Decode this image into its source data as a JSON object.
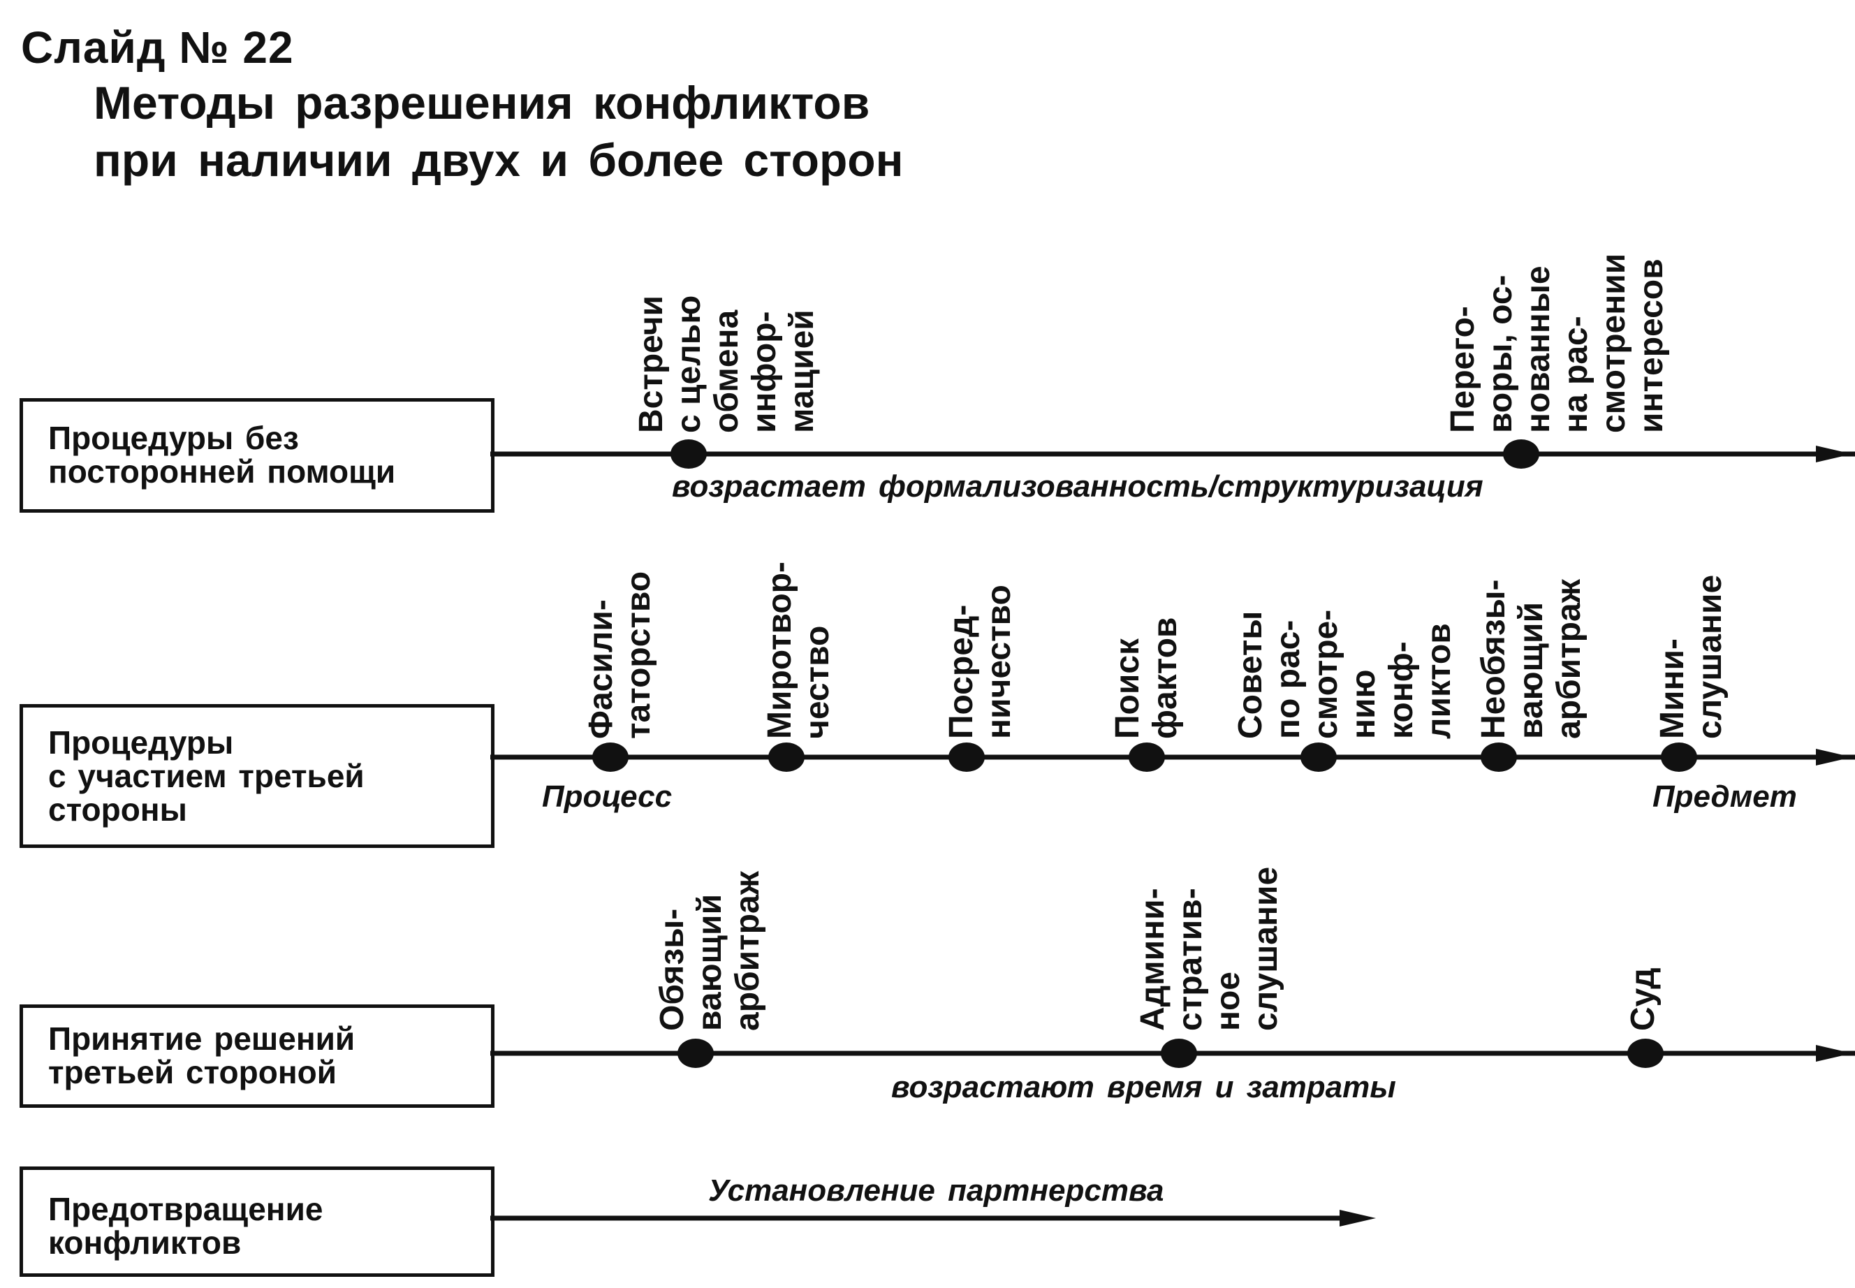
{
  "slide_number": "Слайд № 22",
  "title": [
    "Методы разрешения конфликтов",
    "при наличии двух и более сторон"
  ],
  "rows": [
    {
      "label": [
        "Процедуры без",
        "посторонней помощи"
      ],
      "methods": [
        [
          "Встречи",
          "с целью",
          "обмена",
          "инфор-",
          "мацией"
        ],
        [
          "Перего-",
          "воры, ос-",
          "нованные",
          "на рас-",
          "смотрении",
          "интересов"
        ]
      ],
      "note_below": "возрастает формализованность/структуризация"
    },
    {
      "label": [
        "Процедуры",
        "с участием третьей",
        "стороны"
      ],
      "methods": [
        [
          "Фасили-",
          "таторство"
        ],
        [
          "Миротвор-",
          "чество"
        ],
        [
          "Посред-",
          "ничество"
        ],
        [
          "Поиск",
          "фактов"
        ],
        [
          "Советы",
          "по рас-",
          "смотре-",
          "нию",
          "конф-",
          "ликтов"
        ],
        [
          "Необязы-",
          "вающий",
          "арбитраж"
        ],
        [
          "Мини-",
          "слушание"
        ]
      ],
      "left_end": "Процесс",
      "right_end": "Предмет"
    },
    {
      "label": [
        "Принятие решений",
        "третьей стороной"
      ],
      "methods": [
        [
          "Обязы-",
          "вающий",
          "арбитраж"
        ],
        [
          "Админи-",
          "стратив-",
          "ное",
          "слушание"
        ],
        [
          "Суд"
        ]
      ],
      "note_below": "возрастают время и затраты"
    },
    {
      "label": [
        "Предотвращение",
        "конфликтов"
      ],
      "note_above": "Установление партнерства"
    }
  ]
}
